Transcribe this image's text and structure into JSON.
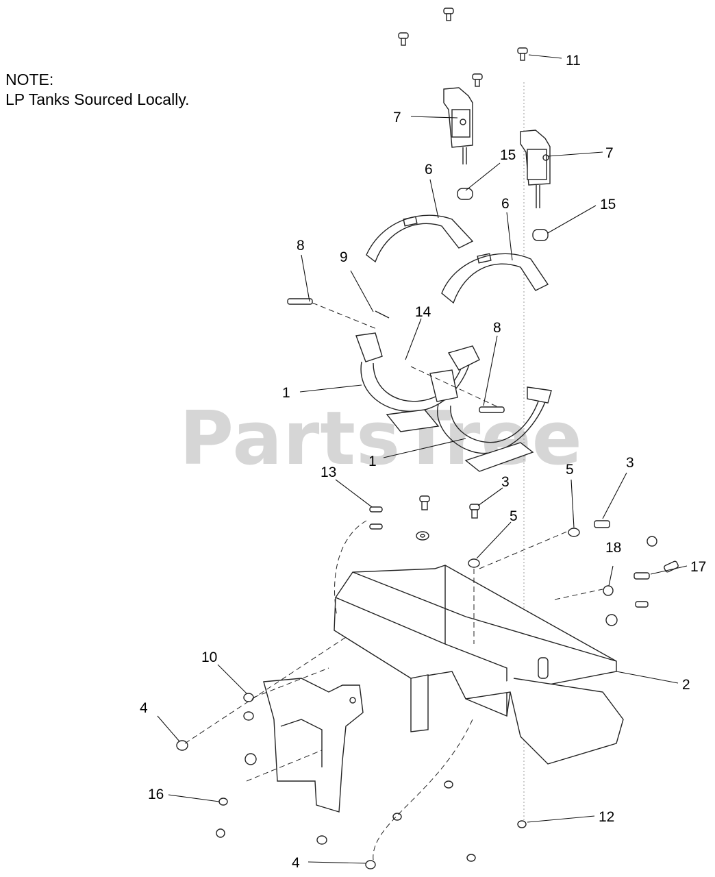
{
  "note": {
    "heading": "NOTE:",
    "text": "LP Tanks Sourced Locally."
  },
  "watermark": "PartsTree",
  "callouts": {
    "c11": "11",
    "c7a": "7",
    "c7b": "7",
    "c15a": "15",
    "c15b": "15",
    "c6a": "6",
    "c6b": "6",
    "c8a": "8",
    "c9": "9",
    "c14": "14",
    "c8b": "8",
    "c1a": "1",
    "c1b": "1",
    "c13": "13",
    "c3a": "3",
    "c5a": "5",
    "c5b": "5",
    "c3b": "3",
    "c18": "18",
    "c17": "17",
    "c2": "2",
    "c10": "10",
    "c4a": "4",
    "c16": "16",
    "c12": "12",
    "c4b": "4"
  }
}
